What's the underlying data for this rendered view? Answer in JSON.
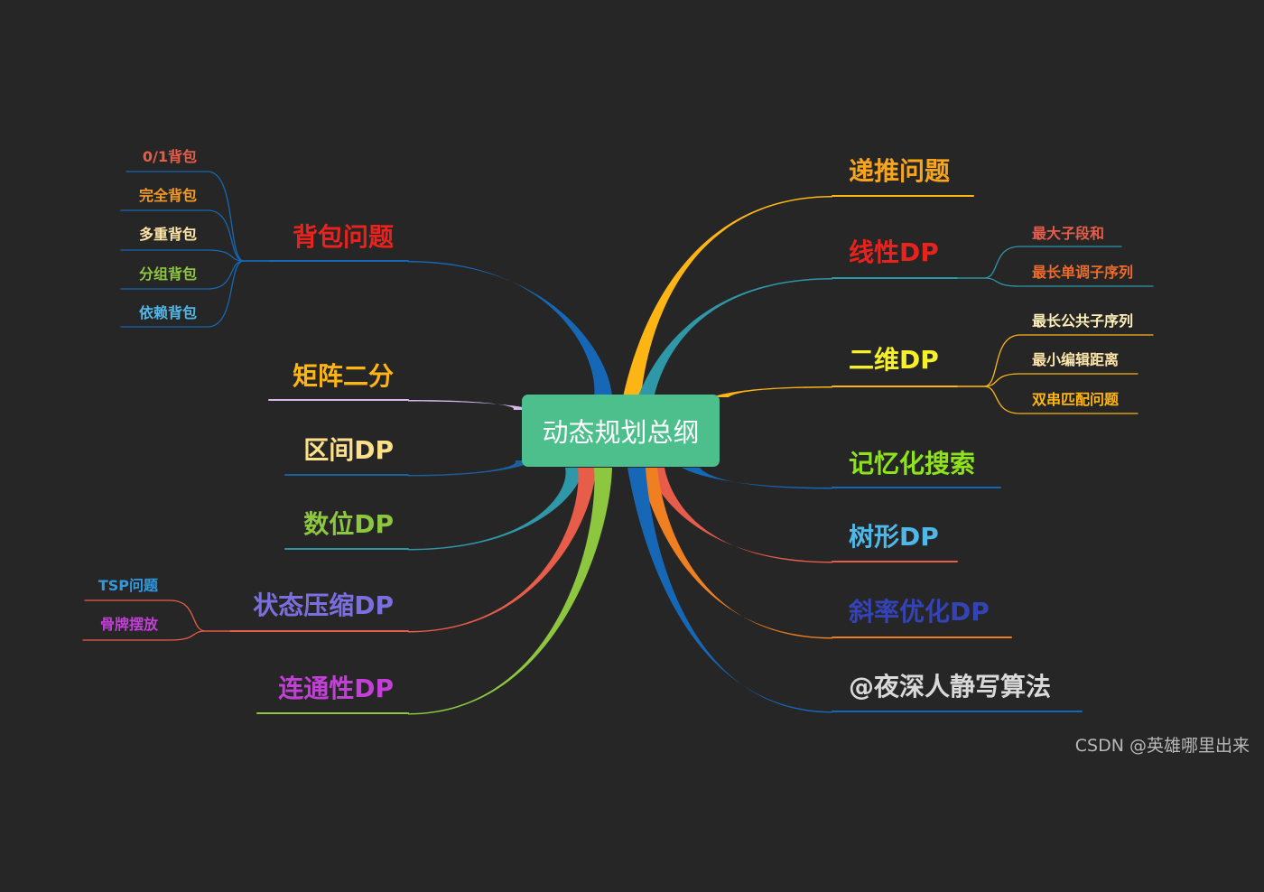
{
  "root": {
    "label": "动态规划总纲",
    "color": "#4dbf8c"
  },
  "watermark": "CSDN @英雄哪里出来",
  "right_branches": [
    {
      "label": "递推问题",
      "color": "#fdb515",
      "text_color": "#f8a51e",
      "children": []
    },
    {
      "label": "线性DP",
      "color": "#2e97a8",
      "text_color": "#e8231d",
      "children": [
        {
          "label": "最大子段和",
          "text_color": "#e85c4a"
        },
        {
          "label": "最长单调子序列",
          "text_color": "#ef6a2a"
        }
      ]
    },
    {
      "label": "二维DP",
      "color": "#fdb515",
      "text_color": "#f5f02a",
      "children": [
        {
          "label": "最长公共子序列",
          "text_color": "#fff1b8"
        },
        {
          "label": "最小编辑距离",
          "text_color": "#fde5a8"
        },
        {
          "label": "双串匹配问题",
          "text_color": "#fdb515"
        }
      ]
    },
    {
      "label": "记忆化搜索",
      "color": "#1668b6",
      "text_color": "#8fe31c",
      "children": []
    },
    {
      "label": "树形DP",
      "color": "#e85c4a",
      "text_color": "#4fb8e8",
      "children": []
    },
    {
      "label": "斜率优化DP",
      "color": "#f07f22",
      "text_color": "#3443b5",
      "children": []
    },
    {
      "label": "@夜深人静写算法",
      "color": "#1668b6",
      "text_color": "#d9d9d9",
      "children": []
    }
  ],
  "left_branches": [
    {
      "label": "背包问题",
      "color": "#1668b6",
      "text_color": "#e8231d",
      "children": [
        {
          "label": "0/1背包",
          "text_color": "#e85c4a"
        },
        {
          "label": "完全背包",
          "text_color": "#f59a23"
        },
        {
          "label": "多重背包",
          "text_color": "#fde5a8"
        },
        {
          "label": "分组背包",
          "text_color": "#8dc63f"
        },
        {
          "label": "依赖背包",
          "text_color": "#4fb8e8"
        }
      ]
    },
    {
      "label": "矩阵二分",
      "color": "#d9b8f0",
      "text_color": "#fdb515",
      "children": []
    },
    {
      "label": "区间DP",
      "color": "#1a5f9e",
      "text_color": "#ffe08a",
      "children": []
    },
    {
      "label": "数位DP",
      "color": "#2e97a8",
      "text_color": "#8dc63f",
      "children": []
    },
    {
      "label": "状态压缩DP",
      "color": "#e85c4a",
      "text_color": "#7b6fe0",
      "children": [
        {
          "label": "TSP问题",
          "text_color": "#2f9ae0"
        },
        {
          "label": "骨牌摆放",
          "text_color": "#c33fd8"
        }
      ]
    },
    {
      "label": "连通性DP",
      "color": "#8dc63f",
      "text_color": "#c33fd8",
      "children": []
    }
  ]
}
